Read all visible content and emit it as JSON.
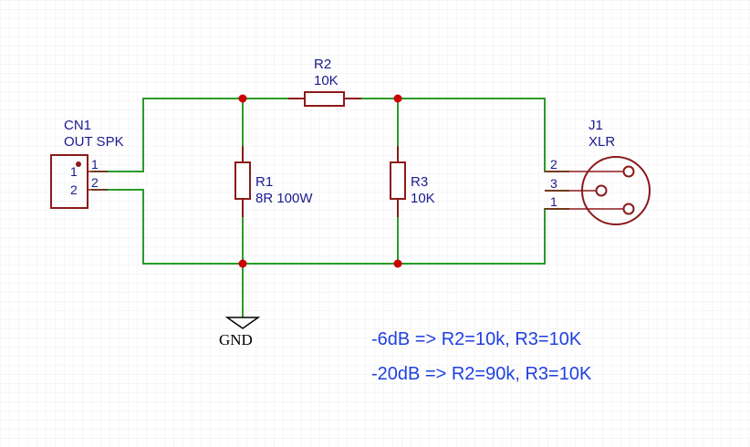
{
  "components": {
    "cn1": {
      "ref": "CN1",
      "value": "OUT SPK",
      "pins": [
        "1",
        "2"
      ]
    },
    "r1": {
      "ref": "R1",
      "value": "8R 100W"
    },
    "r2": {
      "ref": "R2",
      "value": "10K"
    },
    "r3": {
      "ref": "R3",
      "value": "10K"
    },
    "j1": {
      "ref": "J1",
      "value": "XLR",
      "pins": [
        "2",
        "3",
        "1"
      ]
    },
    "gnd": {
      "label": "GND"
    }
  },
  "notes": [
    "-6dB => R2=10k, R3=10K",
    "-20dB => R2=90k, R3=10K"
  ],
  "colors": {
    "wire": "#2a9a2a",
    "component": "#8b1a1a",
    "junction": "#cc0000",
    "label": "#1a1a8c",
    "note": "#1f3fe0",
    "grid": "#ececec"
  }
}
